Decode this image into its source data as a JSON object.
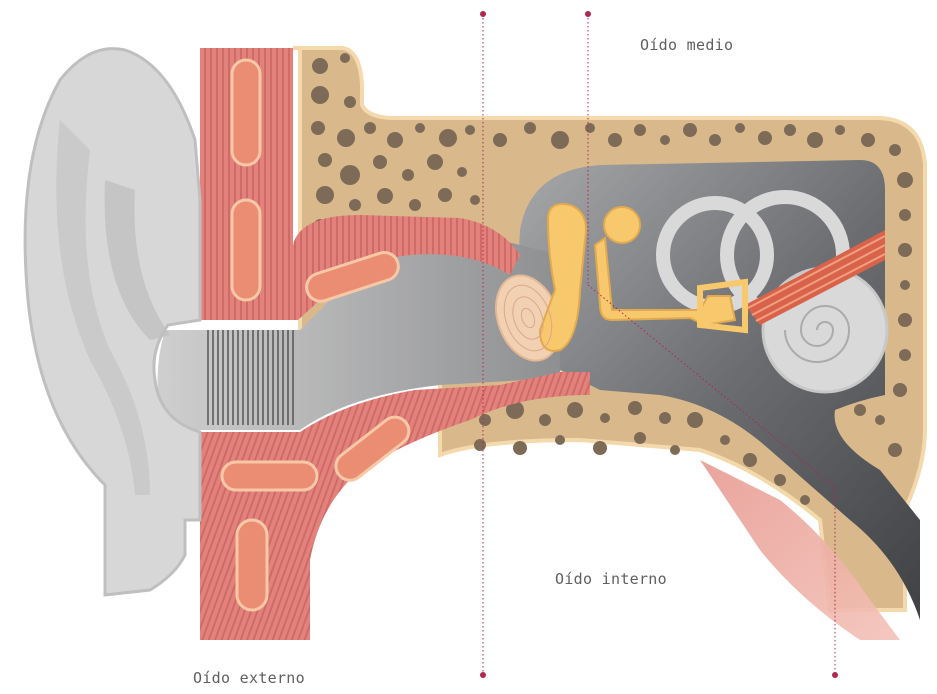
{
  "labels": {
    "middle_ear": "Oído medio",
    "inner_ear": "Oído interno",
    "outer_ear": "Oído externo"
  },
  "colors": {
    "bone": "#d9b98c",
    "bone_edge": "#f3d9ac",
    "bone_pore": "#7d6b58",
    "muscle": "#e3827c",
    "muscle_stripe": "#c9615e",
    "muscle_pad": "#eb8d73",
    "pinna": "#d7d7d7",
    "canal": "#a9a9a9",
    "cavity": "#5f6266",
    "ossicle": "#f7c86c",
    "cochlea": "#d9d9d9",
    "nerve": "#d8634a",
    "guide_line": "#b0284f"
  }
}
